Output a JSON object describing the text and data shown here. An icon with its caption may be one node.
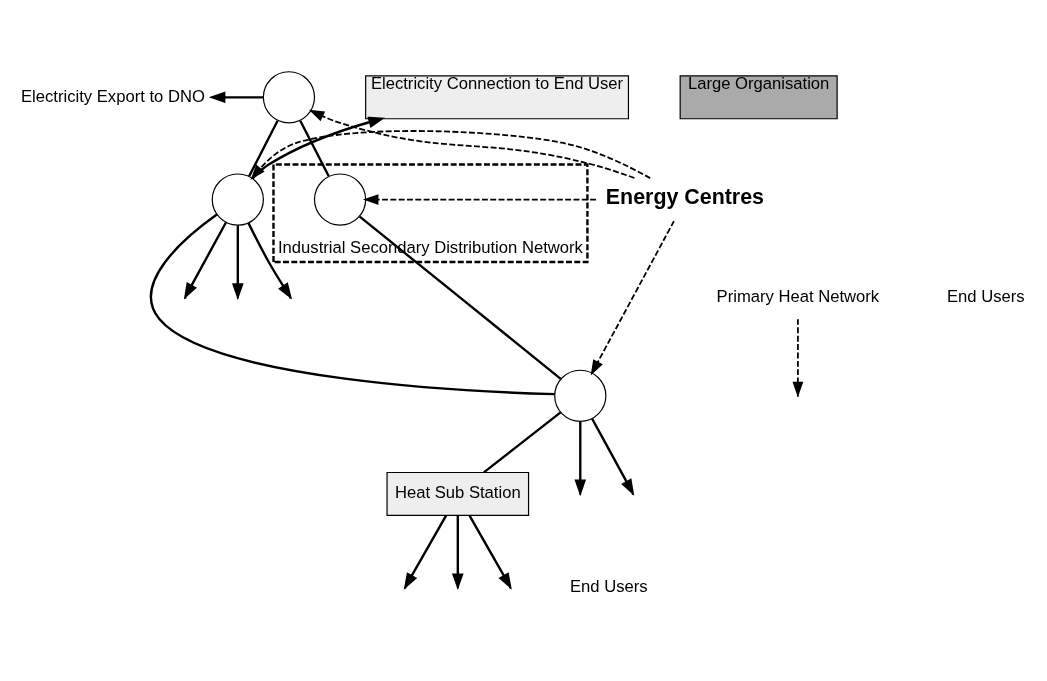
{
  "diagram": {
    "nodes": [
      {
        "text": [
          "Electricity Export to DNO"
        ]
      },
      {
        "text": [],
        "shape": "circle"
      },
      {
        "text": [
          "Electricity Connection to End User"
        ]
      },
      {
        "text": [],
        "shape": "circle"
      },
      {
        "text": [
          "Energy Centres"
        ]
      },
      {
        "text": [
          "Industrial Secondary Distribution Network"
        ]
      },
      {
        "text": [],
        "shape": "circle",
        "in": 5
      },
      {
        "text": [
          "Large Organisation"
        ]
      },
      {
        "text": [
          "Primary Heat Network"
        ]
      },
      {
        "text": [],
        "shape": "circle"
      },
      {
        "text": [
          "Heat Sub Station"
        ]
      }
    ],
    "edges": [
      {
        "from": 1,
        "to": 0,
        "arrow": "to"
      },
      {
        "from": 3,
        "to": 2,
        "arrow": "to"
      },
      {
        "from": 1,
        "to": 3,
        "arrow": "none"
      },
      {
        "from": 1,
        "to": 6,
        "arrow": "none"
      },
      {
        "from": 3,
        "to": 9,
        "arrow": "none"
      },
      {
        "from": 9,
        "to": 6,
        "arrow": "none"
      },
      {
        "from": 4,
        "to": 1,
        "arrow": "to",
        "style": "dashed"
      },
      {
        "from": 4,
        "to": 3,
        "arrow": "to",
        "style": "dashed"
      },
      {
        "from": 4,
        "to": 6,
        "arrow": "to",
        "style": "dashed"
      },
      {
        "from": 4,
        "to": 9,
        "arrow": "to",
        "style": "dashed"
      },
      {
        "from": 8,
        "to": null,
        "arrow": "to",
        "style": "dashed"
      },
      {
        "from": 3,
        "to": null,
        "arrow": "to"
      },
      {
        "from": 3,
        "to": null,
        "arrow": "to"
      },
      {
        "from": 3,
        "to": null,
        "arrow": "to"
      },
      {
        "from": 9,
        "to": null,
        "arrow": "to"
      },
      {
        "from": 9,
        "to": null,
        "arrow": "to"
      },
      {
        "from": 9,
        "to": 10,
        "arrow": "none"
      },
      {
        "from": 10,
        "to": null,
        "arrow": "to"
      },
      {
        "from": 10,
        "to": null,
        "arrow": "to"
      },
      {
        "from": 10,
        "to": null,
        "arrow": "to"
      }
    ],
    "labels": [
      "End Users",
      "End Users"
    ]
  }
}
